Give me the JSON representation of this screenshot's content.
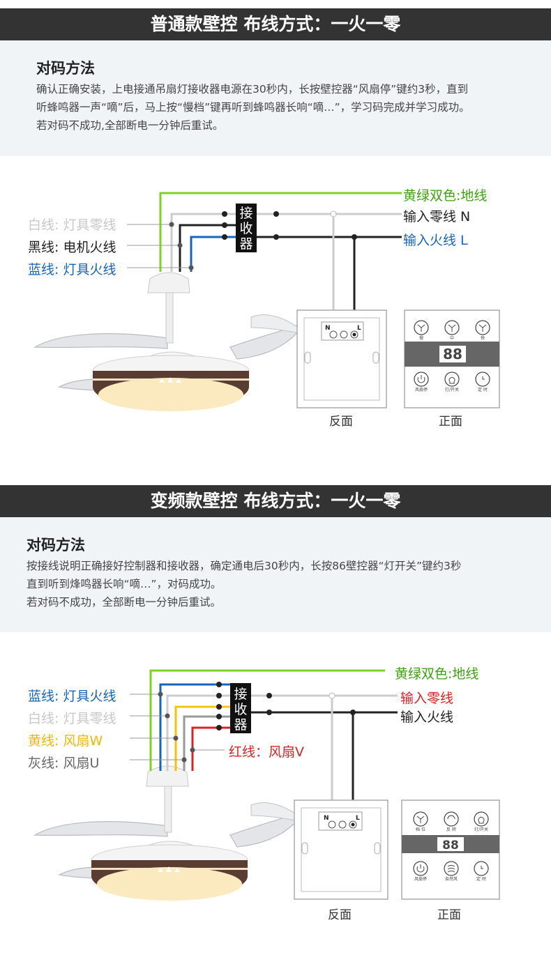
{
  "colors": {
    "banner_bg": "#333333",
    "info_bg": "#f1f4f6",
    "ground_green": "#7ed321",
    "ground_text": "#3fa010",
    "blue": "#1565c0",
    "white_wire": "#cccccc",
    "black": "#222222",
    "yellow": "#f5c400",
    "gray": "#777777",
    "red": "#e02020"
  },
  "section1": {
    "banner": "普通款壁控 布线方式：一火一零",
    "info_title": "对码方法",
    "info_lines": [
      "确认正确安装，上电接通吊扇灯接收器电源在30秒内，长按壁控器“风扇停”键约3秒，直到",
      "听蜂鸣器一声“嘀”后，马上按“慢档”键再听到蜂鸣器长响“嘀…”，学习码完成并学习成功。",
      "若对码不成功,全部断电一分钟后重试。"
    ],
    "receiver": "接收器",
    "left_labels": [
      "白线: 灯具零线",
      "黑线: 电机火线",
      "蓝线: 灯具火线"
    ],
    "right_labels": [
      "黄绿双色:地线",
      "输入零线 N",
      "输入火线 L"
    ],
    "back_label": "反面",
    "front_label": "正面",
    "terminal_n": "N",
    "terminal_l": "L",
    "display": "88",
    "top_buttons": [
      "慢",
      "中",
      "快"
    ],
    "bottom_buttons": [
      "风扇停",
      "灯/开关",
      "定 时"
    ]
  },
  "section2": {
    "banner": "变频款壁控 布线方式：一火一零",
    "info_title": "对码方法",
    "info_lines": [
      "按接线说明正确接好控制器和接收器，确定通电后30秒内，长按86壁控器“灯开关”键约3秒",
      "直到听到烽鸣器长响“嘀…”，对码成功。",
      "若对码不成功，全部断电一分钟后重试。"
    ],
    "receiver": "接收器",
    "left_labels": [
      "蓝线: 灯具火线",
      "白线: 灯具零线",
      "黄线: 风扇W",
      "灰线: 风扇U"
    ],
    "red_label": "红线：风扇V",
    "right_labels": [
      "黄绿双色:地线",
      "输入零线",
      "输入火线"
    ],
    "back_label": "反面",
    "front_label": "正面",
    "terminal_n": "N",
    "terminal_l": "L",
    "display": "88",
    "top_buttons": [
      "档 位",
      "反 转",
      "灯/开关"
    ],
    "bottom_buttons": [
      "风扇停",
      "自然风",
      "定 时"
    ]
  }
}
